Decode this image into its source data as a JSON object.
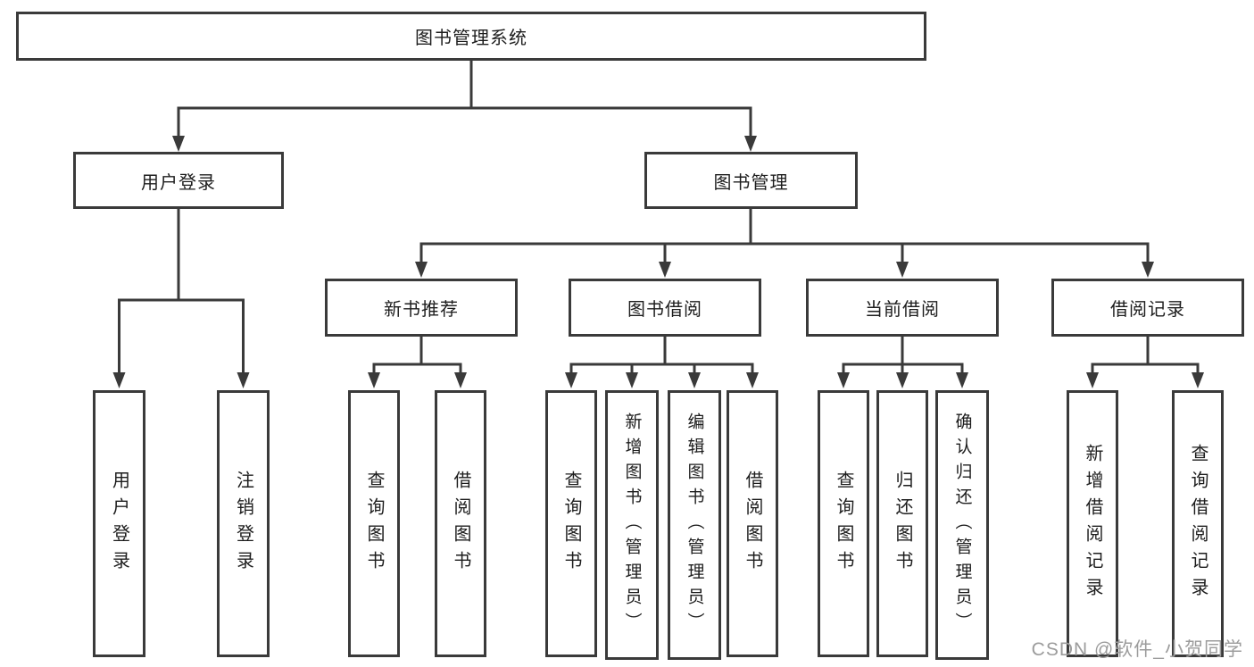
{
  "diagram": {
    "root": {
      "label": "图书管理系统"
    },
    "level2": [
      {
        "label": "用户登录"
      },
      {
        "label": "图书管理"
      }
    ],
    "level3": [
      {
        "label": "新书推荐"
      },
      {
        "label": "图书借阅"
      },
      {
        "label": "当前借阅"
      },
      {
        "label": "借阅记录"
      }
    ],
    "leaves": {
      "login": [
        "用户登录",
        "注销登录"
      ],
      "recommend": [
        "查询图书",
        "借阅图书"
      ],
      "borrow": [
        "查询图书",
        "新增图书（管理员）",
        "编辑图书（管理员）",
        "借阅图书"
      ],
      "current": [
        "查询图书",
        "归还图书",
        "确认归还（管理员）"
      ],
      "records": [
        "新增借阅记录",
        "查询借阅记录"
      ]
    },
    "watermark": "CSDN @软件_小贺同学",
    "colors": {
      "line": "#3a3a3a",
      "text": "#1d1d1d",
      "background": "#ffffff",
      "watermark": "#9c9c9c"
    }
  }
}
